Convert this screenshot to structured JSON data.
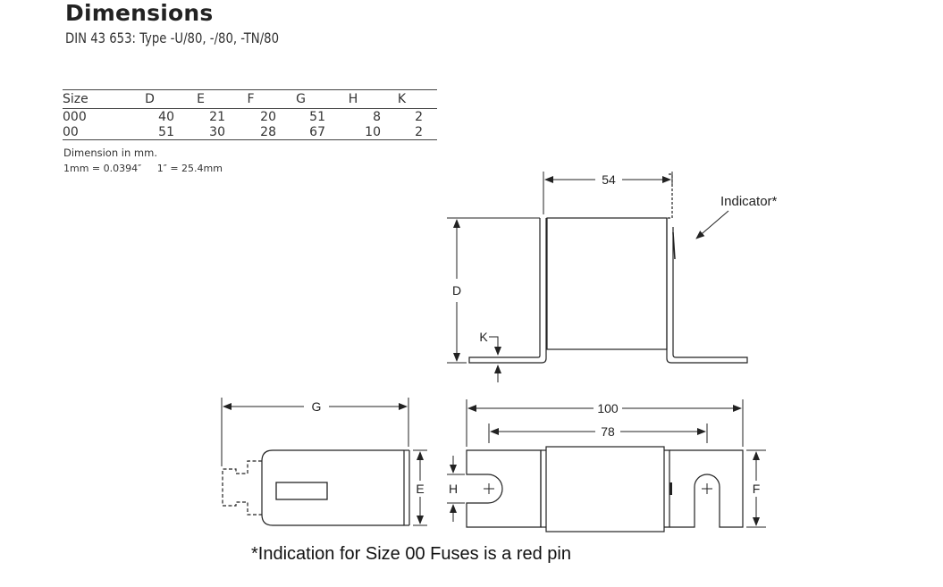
{
  "header": {
    "title": "Dimensions",
    "subtitle": "DIN 43 653: Type -U/80, -/80, -TN/80"
  },
  "table": {
    "columns": [
      "Size",
      "D",
      "E",
      "F",
      "G",
      "H",
      "K"
    ],
    "rows": [
      [
        "000",
        "40",
        "21",
        "20",
        "51",
        "8",
        "2"
      ],
      [
        "00",
        "51",
        "30",
        "28",
        "67",
        "10",
        "2"
      ]
    ]
  },
  "notes": {
    "unit": "Dimension in mm.",
    "conversion": "1mm = 0.0394″     1″ = 25.4mm"
  },
  "drawing": {
    "labels": {
      "width_54": "54",
      "indicator": "Indicator*",
      "d": "D",
      "k": "K",
      "g": "G",
      "length_100": "100",
      "length_78": "78",
      "e": "E",
      "h": "H",
      "f": "F"
    }
  },
  "footnote": "*Indication for Size 00 Fuses is a red pin"
}
